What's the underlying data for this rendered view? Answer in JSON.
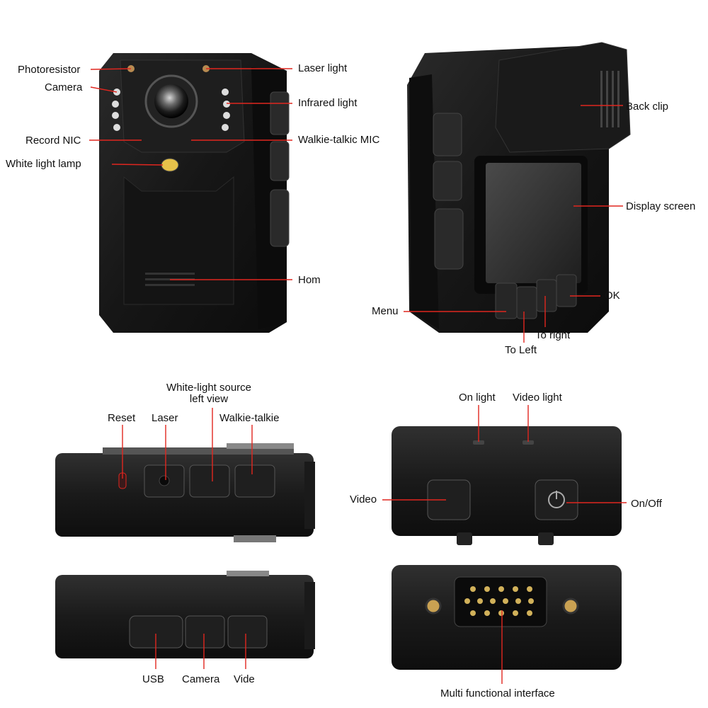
{
  "colors": {
    "leader_line": "#e0261f",
    "device_body": "#161616",
    "label_text": "#111111"
  },
  "front_view": {
    "photoresistor": "Photoresistor",
    "camera": "Camera",
    "record_mic": "Record NIC",
    "white_light_lamp": "White light lamp",
    "laser_light": "Laser light",
    "infrared_light": "Infrared light",
    "walkie_talkie_mic": "Walkie-talkic MIC",
    "horn": "Hom"
  },
  "back_view": {
    "back_clip": "Back clip",
    "display_screen": "Display screen",
    "ok": "OK",
    "menu": "Menu",
    "to_right": "To right",
    "to_left": "To Left"
  },
  "top_view": {
    "white_light_source_line1": "White-light source",
    "white_light_source_line2": "left view",
    "reset": "Reset",
    "laser": "Laser",
    "walkie_talkie": "Walkie-talkie"
  },
  "right_view": {
    "on_light": "On light",
    "video_light": "Video light",
    "video": "Video",
    "on_off": "On/Off"
  },
  "bottom_view": {
    "usb": "USB",
    "camera": "Camera",
    "video": "Vide"
  },
  "interface_view": {
    "multi_interface": "Multi functional interface"
  }
}
